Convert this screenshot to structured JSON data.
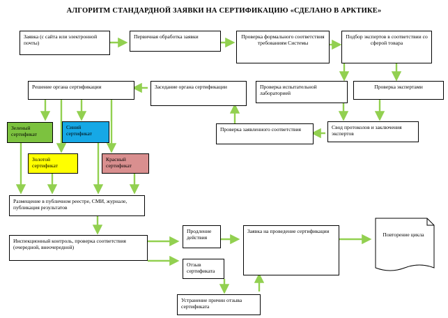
{
  "title": "АЛГОРИТМ СТАНДАРДНОЙ ЗАЯВКИ НА СЕРТИФИКАЦИЮ «СДЕЛАНО В АРКТИКЕ»",
  "colors": {
    "green": "#7cc23f",
    "blue": "#16a8e6",
    "yellow": "#ffff00",
    "red": "#d98f8f",
    "arrow": "#92d050"
  },
  "nodes": {
    "zayavka": "Заявка (с сайта или электронной почты)",
    "pervichnaya": "Первичная обработка заявки",
    "proverka_format": "Проверка формального соответствия требованиям Системы",
    "podbor": "Подбор экспертов в соответствии со сферой товара",
    "proverka_lab": "Проверка испытательной лабораторией",
    "proverka_exp": "Проверка экспертами",
    "svod": "Свод протоколов и заключения экспертов",
    "proverka_zayav": "Проверка заявленного соответствия",
    "zasedanie": "Заседание органа сертификации",
    "reshenie": "Решение органа сертификации",
    "zeleny": "Зеленый сертификат",
    "siniy": "Синий сертификат",
    "zolotoy": "Золотой сертификат",
    "krasny": "Красный сертификат",
    "razmeshenie": "Размещение в публичном реестре, СМИ, журнале, публикация результатов",
    "inspekcionny": "Инспекционный контроль, проверка соответствия (очередной, внеочередной)",
    "prodlenie": "Продление действия",
    "otzyv": "Отзыв сертификата",
    "ustranenie": "Устранение причин отзыва сертификата",
    "zayavka_provedenie": "Заявка на проведение сертификации",
    "povtorenie": "Повторение цикла"
  }
}
